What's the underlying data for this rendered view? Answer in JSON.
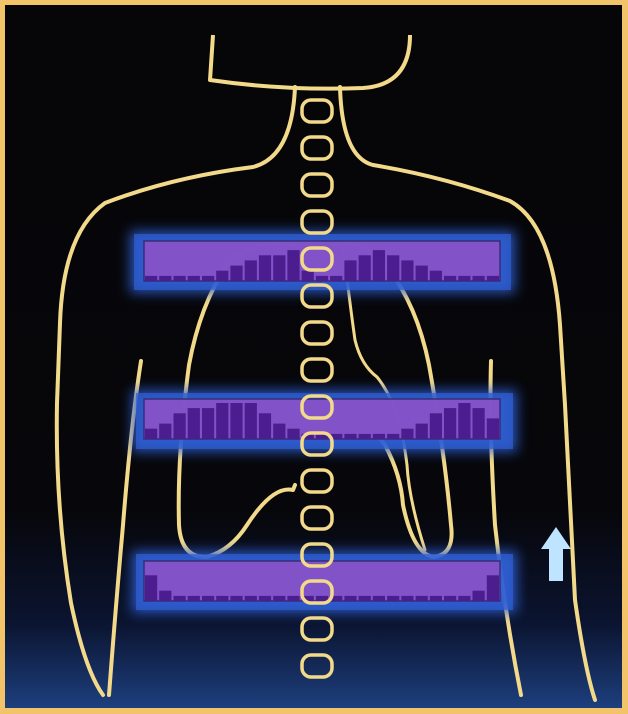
{
  "figure": {
    "colors": {
      "frame": "#f3c36a",
      "background": "#060608",
      "outline": "#f3d98a",
      "band_glow": "#2f5fd4",
      "band_fill": "#8a52c8",
      "histogram_bar": "#4b1d8e",
      "arrow": "#bfe4ff"
    },
    "icons": {
      "arrow": "up-arrow-icon"
    },
    "vertebrae_count": 16,
    "scan_bands": [
      {
        "name": "upper-chest-band",
        "histogram": [
          1,
          1,
          1,
          1,
          1,
          2,
          3,
          4,
          5,
          5,
          6,
          2,
          1,
          1,
          4,
          5,
          6,
          5,
          4,
          3,
          2,
          1,
          1,
          1,
          1
        ]
      },
      {
        "name": "mid-chest-band",
        "histogram": [
          2,
          3,
          5,
          6,
          6,
          7,
          7,
          7,
          5,
          3,
          2,
          1,
          1,
          1,
          1,
          1,
          1,
          1,
          2,
          3,
          5,
          6,
          7,
          6,
          4
        ]
      },
      {
        "name": "lower-abdomen-band",
        "histogram": [
          5,
          2,
          1,
          1,
          1,
          1,
          1,
          1,
          1,
          1,
          1,
          1,
          1,
          1,
          1,
          1,
          1,
          1,
          1,
          1,
          1,
          1,
          1,
          2,
          5
        ]
      }
    ]
  }
}
